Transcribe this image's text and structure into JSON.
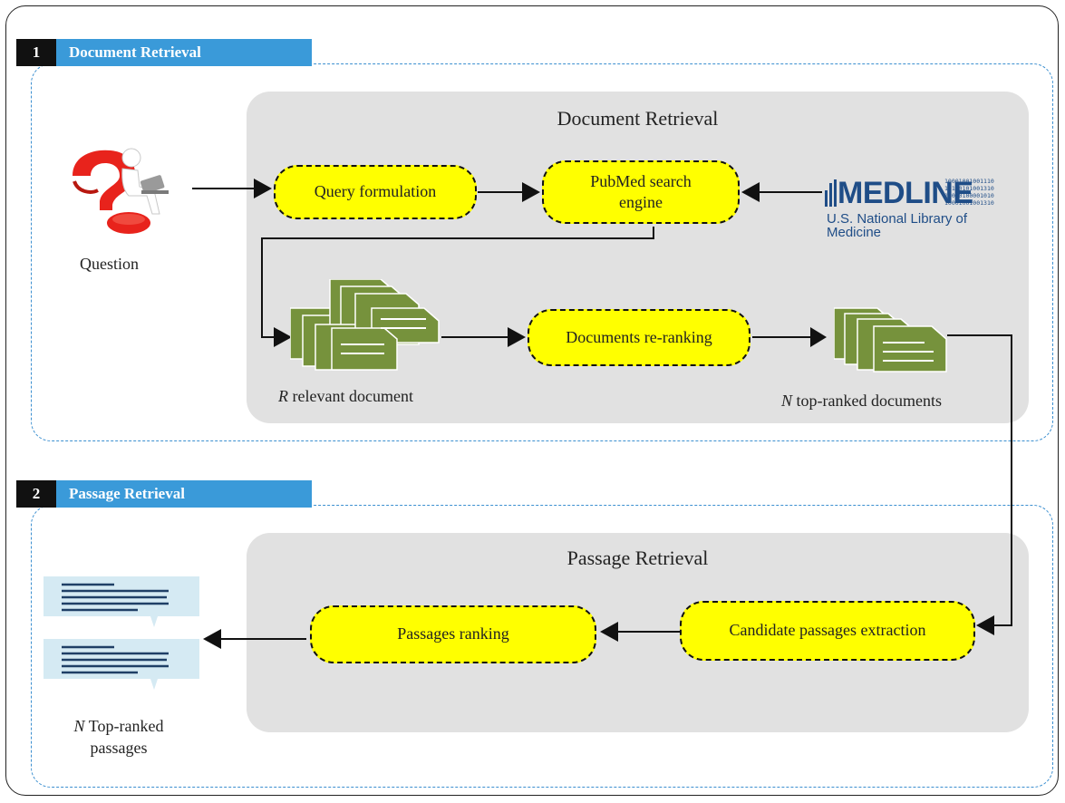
{
  "sections": [
    {
      "number": "1",
      "label": "Document Retrieval"
    },
    {
      "number": "2",
      "label": "Passage Retrieval"
    }
  ],
  "panels": {
    "document_retrieval_title": "Document Retrieval",
    "passage_retrieval_title": "Passage Retrieval"
  },
  "nodes": {
    "query_formulation": "Query formulation",
    "pubmed_line1": "PubMed search",
    "pubmed_line2": "engine",
    "documents_reranking": "Documents re-ranking",
    "passages_ranking": "Passages ranking",
    "candidate_extraction": "Candidate passages extraction"
  },
  "labels": {
    "question": "Question",
    "relevant_var": "R",
    "relevant_text": " relevant document",
    "topranked_docs_var": "N",
    "topranked_docs_text": " top-ranked documents",
    "topranked_passages_var": "N",
    "topranked_passages_line1": " Top-ranked",
    "topranked_passages_line2": "passages"
  },
  "medline": {
    "title": "MEDLINE",
    "subtitle": "U.S. National Library of Medicine",
    "binary": [
      "10001001001110",
      "10100101001310",
      "10000100001010",
      "10001001001310"
    ]
  },
  "colors": {
    "node_fill": "#ffff00",
    "section_border": "#3b8fd0",
    "tab_blue": "#3a9ad9",
    "panel_gray": "#e1e1e1",
    "document_green": "#76923c",
    "passage_blue": "#d5eaf3",
    "question_red": "#e8231c"
  },
  "icons": [
    "question-person-icon",
    "medline-logo",
    "document-stack-icon",
    "passage-icon"
  ]
}
